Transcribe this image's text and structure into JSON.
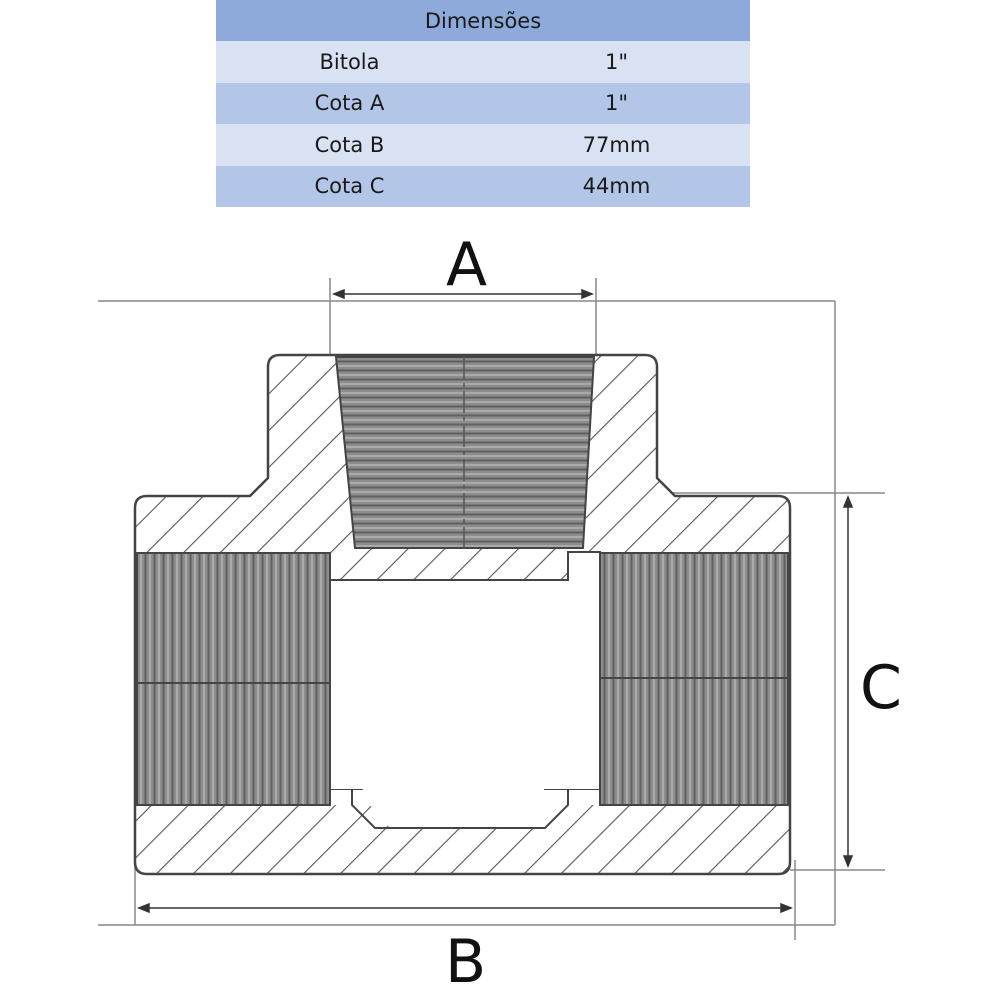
{
  "table": {
    "header": "Dimensões",
    "rows": [
      {
        "label": "Bitola",
        "value": "1\""
      },
      {
        "label": "Cota A",
        "value": "1\""
      },
      {
        "label": "Cota B",
        "value": "77mm"
      },
      {
        "label": "Cota C",
        "value": "44mm"
      }
    ]
  },
  "drawing": {
    "label_a": "A",
    "label_b": "B",
    "label_c": "C"
  }
}
